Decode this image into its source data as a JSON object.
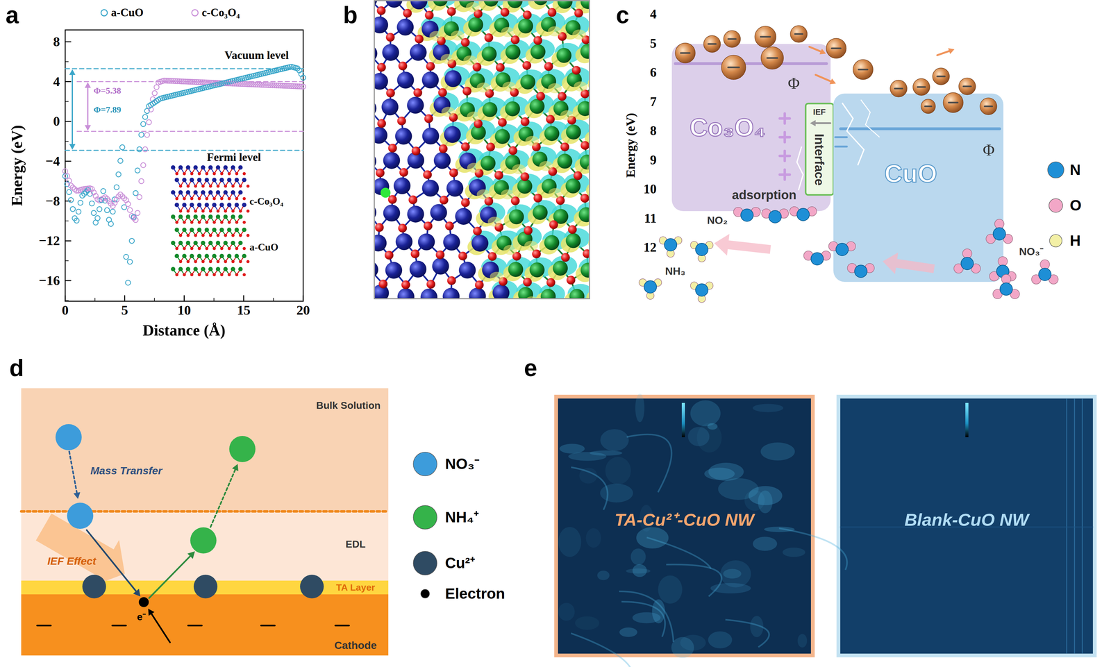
{
  "diagram": {
    "nodes": [
      {
        "text": [
          "Co₃O₄"
        ]
      },
      {
        "text": [
          "IEF",
          "Interface"
        ]
      },
      {
        "text": [
          "CuO"
        ]
      },
      {
        "text": [
          "Bulk Solution"
        ]
      },
      {
        "text": [
          "EDL"
        ]
      },
      {
        "text": [
          "TA Layer"
        ]
      },
      {
        "text": [
          "Cathode"
        ]
      },
      {
        "text": [
          "TA-Cu²⁺-CuO NW"
        ]
      },
      {
        "text": [
          "Blank-CuO NW"
        ]
      }
    ],
    "labels": [
      "a",
      "Vacuum level",
      "Φ=5.38",
      "Φ=7.89",
      "Fermi level",
      "c-Co₃O₄",
      "a-CuO",
      "Energy (eV)",
      "Distance (Å)",
      "8",
      "4",
      "0",
      "−4",
      "−8",
      "−12",
      "−16",
      "0",
      "5",
      "10",
      "15",
      "20",
      "b",
      "c",
      "4",
      "5",
      "6",
      "7",
      "8",
      "9",
      "10",
      "11",
      "12",
      "Energy (eV)",
      "Φ",
      "Φ",
      "adsorption",
      "NO₂",
      "NH₃",
      "NO₃⁻",
      "d",
      "Mass Transfer",
      "IEF Effect",
      "e⁻",
      "e"
    ],
    "legend": [
      {
        "text": "a-CuO"
      },
      {
        "text": "c-Co₃O₄"
      },
      {
        "text": "N",
        "color": "#1e8fd6"
      },
      {
        "text": "O",
        "color": "#f2a7c7"
      },
      {
        "text": "H",
        "color": "#f3f0a6"
      },
      {
        "text": "NO₃⁻",
        "color": "#3d9cdb"
      },
      {
        "text": "NH₄⁺",
        "color": "#35b34a"
      },
      {
        "text": "Cu²⁺",
        "color": "#2f4b63"
      },
      {
        "text": "Electron",
        "color": "#000000"
      }
    ]
  }
}
